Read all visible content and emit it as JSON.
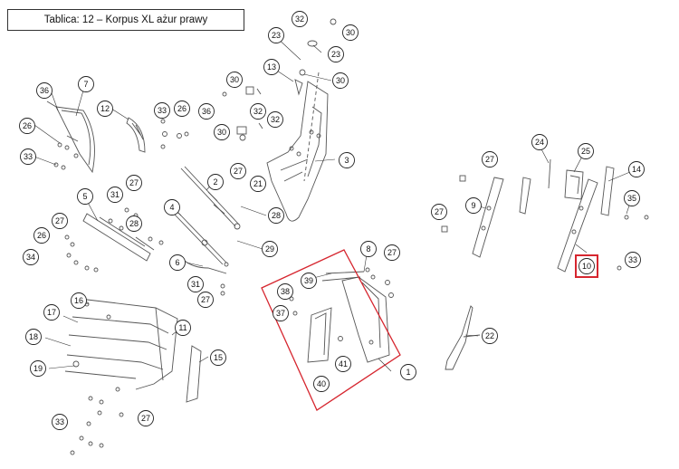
{
  "title": "Tablica: 12 – Korpus XL ażur prawy",
  "colors": {
    "line": "#555555",
    "callout": "#222222",
    "highlight": "#d6262f"
  },
  "callouts": {
    "c1": "1",
    "c2": "2",
    "c3": "3",
    "c4": "4",
    "c5": "5",
    "c6": "6",
    "c7": "7",
    "c8": "8",
    "c9": "9",
    "c10": "10",
    "c11": "11",
    "c12": "12",
    "c13": "13",
    "c14": "14",
    "c15": "15",
    "c16": "16",
    "c17": "17",
    "c18": "18",
    "c19": "19",
    "c21": "21",
    "c22": "22",
    "c23a": "23",
    "c23b": "23",
    "c24": "24",
    "c25": "25",
    "c26a": "26",
    "c26b": "26",
    "c26c": "26",
    "c27a": "27",
    "c27b": "27",
    "c27c": "27",
    "c27d": "27",
    "c27e": "27",
    "c27f": "27",
    "c27g": "27",
    "c27h": "27",
    "c28a": "28",
    "c28b": "28",
    "c29": "29",
    "c30a": "30",
    "c30b": "30",
    "c30c": "30",
    "c30d": "30",
    "c31a": "31",
    "c31b": "31",
    "c32a": "32",
    "c32b": "32",
    "c32c": "32",
    "c33a": "33",
    "c33b": "33",
    "c33c": "33",
    "c33d": "33",
    "c34": "34",
    "c35": "35",
    "c36a": "36",
    "c36b": "36",
    "c37": "37",
    "c38": "38",
    "c39": "39",
    "c40": "40",
    "c41": "41"
  },
  "highlighted_part": "10"
}
